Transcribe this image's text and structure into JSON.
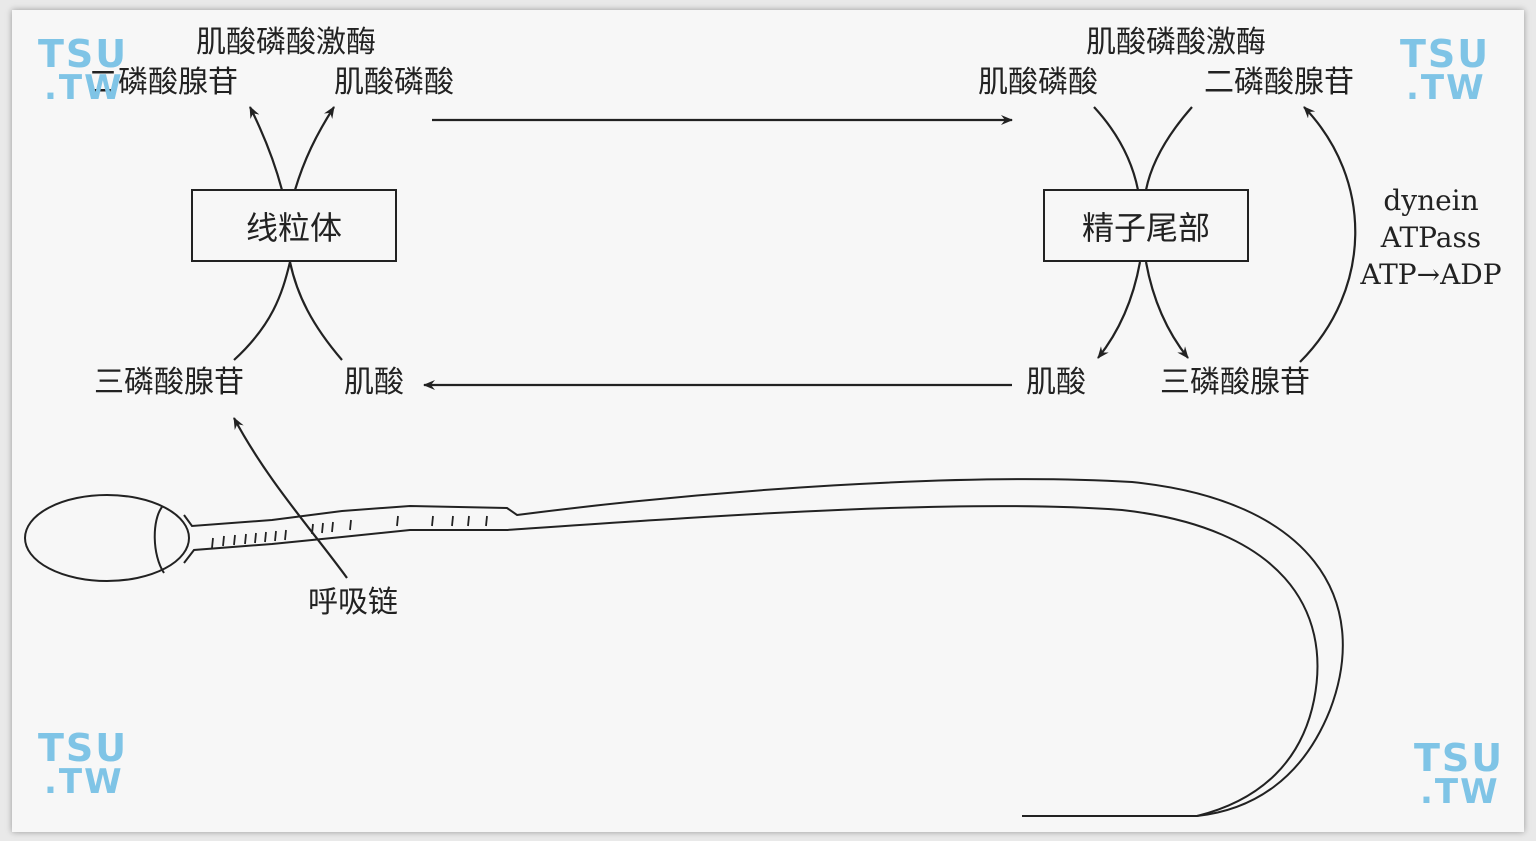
{
  "labels": {
    "enzyme_left": "肌酸磷酸激酶",
    "adp_left": "二磷酸腺苷",
    "pcr_left": "肌酸磷酸",
    "mito": "线粒体",
    "atp_left": "三磷酸腺苷",
    "cr_left": "肌酸",
    "resp_chain": "呼吸链",
    "enzyme_right": "肌酸磷酸激酶",
    "pcr_right": "肌酸磷酸",
    "adp_right": "二磷酸腺苷",
    "tail": "精子尾部",
    "cr_right": "肌酸",
    "atp_right": "三磷酸腺苷",
    "dynein": "dynein",
    "atpase": "ATPass",
    "reaction": "ATP→ADP"
  },
  "watermark": {
    "line1": "TSU",
    "line2": ".TW",
    "color": "#7fc4e6"
  }
}
